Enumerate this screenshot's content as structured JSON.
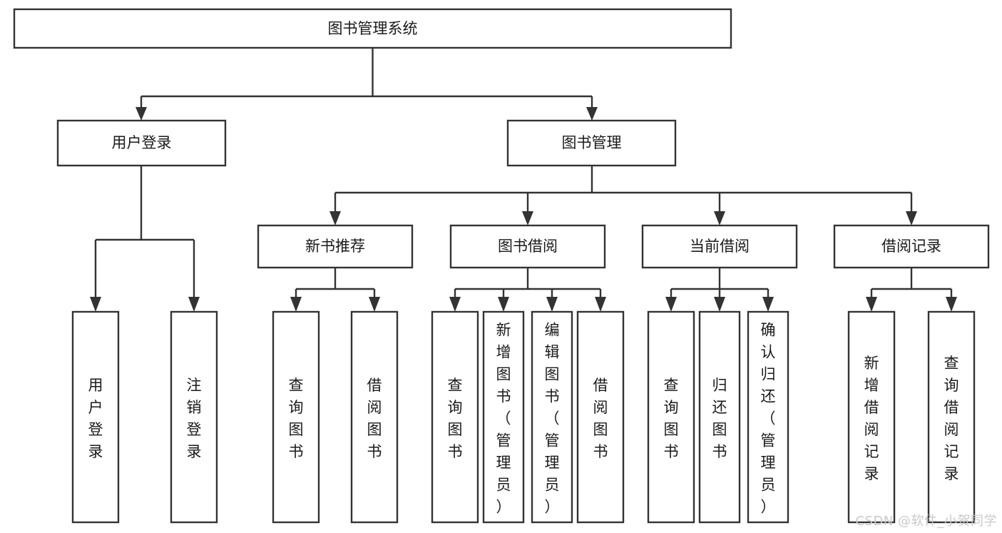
{
  "diagram": {
    "title": "图书管理系统",
    "type": "tree",
    "orientation": "top-down",
    "root": {
      "id": "root",
      "label": "图书管理系统",
      "text_direction": "horizontal"
    },
    "level1": [
      {
        "id": "user-login",
        "label": "用户登录",
        "text_direction": "horizontal"
      },
      {
        "id": "book-manage",
        "label": "图书管理",
        "text_direction": "horizontal"
      }
    ],
    "level2": [
      {
        "id": "new-book-rec",
        "label": "新书推荐",
        "parent": "book-manage",
        "text_direction": "horizontal"
      },
      {
        "id": "book-borrow",
        "label": "图书借阅",
        "parent": "book-manage",
        "text_direction": "horizontal"
      },
      {
        "id": "current-borrow",
        "label": "当前借阅",
        "parent": "book-manage",
        "text_direction": "horizontal"
      },
      {
        "id": "borrow-record",
        "label": "借阅记录",
        "parent": "book-manage",
        "text_direction": "horizontal"
      }
    ],
    "leaves": [
      {
        "id": "leaf-user-login",
        "label": "用户登录",
        "parent": "user-login",
        "text_direction": "vertical"
      },
      {
        "id": "leaf-user-logout",
        "label": "注销登录",
        "parent": "user-login",
        "text_direction": "vertical"
      },
      {
        "id": "leaf-query-book-rec",
        "label": "查询图书",
        "parent": "new-book-rec",
        "text_direction": "vertical"
      },
      {
        "id": "leaf-borrow-book-rec",
        "label": "借阅图书",
        "parent": "new-book-rec",
        "text_direction": "vertical"
      },
      {
        "id": "leaf-query-book-borrow",
        "label": "查询图书",
        "parent": "book-borrow",
        "text_direction": "vertical"
      },
      {
        "id": "leaf-add-book",
        "label": "新增图书（管理员）",
        "parent": "book-borrow",
        "text_direction": "vertical"
      },
      {
        "id": "leaf-edit-book",
        "label": "编辑图书（管理员）",
        "parent": "book-borrow",
        "text_direction": "vertical"
      },
      {
        "id": "leaf-borrow-book",
        "label": "借阅图书",
        "parent": "book-borrow",
        "text_direction": "vertical"
      },
      {
        "id": "leaf-query-book-cur",
        "label": "查询图书",
        "parent": "current-borrow",
        "text_direction": "vertical"
      },
      {
        "id": "leaf-return-book",
        "label": "归还图书",
        "parent": "current-borrow",
        "text_direction": "vertical"
      },
      {
        "id": "leaf-confirm-return",
        "label": "确认归还（管理员）",
        "parent": "current-borrow",
        "text_direction": "vertical"
      },
      {
        "id": "leaf-add-record",
        "label": "新增借阅记录",
        "parent": "borrow-record",
        "text_direction": "vertical"
      },
      {
        "id": "leaf-query-record",
        "label": "查询借阅记录",
        "parent": "borrow-record",
        "text_direction": "vertical"
      }
    ],
    "colors": {
      "box_fill": "#ffffff",
      "box_stroke": "#333333",
      "text": "#1a1a1a",
      "background": "#ffffff",
      "watermark": "#c9c9c9"
    }
  },
  "watermark": {
    "text": "CSDN @软件_小贺同学"
  }
}
